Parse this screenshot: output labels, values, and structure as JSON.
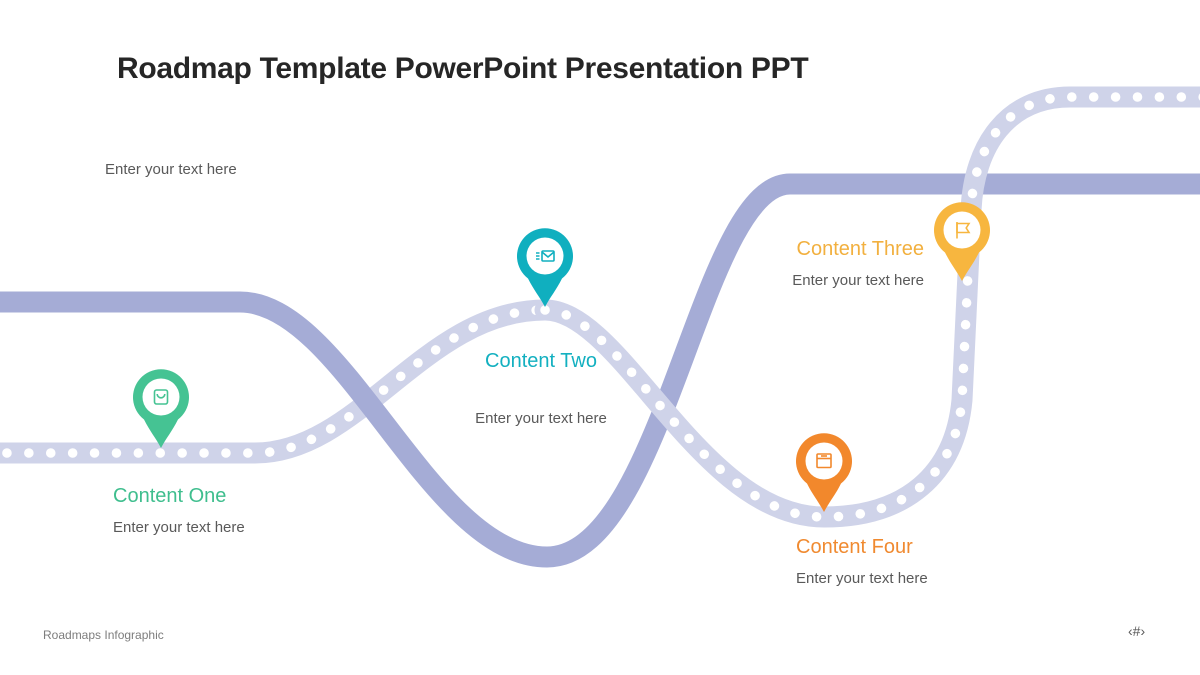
{
  "slide": {
    "title": "Roadmap Template PowerPoint Presentation PPT",
    "intro_text": "Enter your text here",
    "footer_left": "Roadmaps Infographic",
    "slide_number": "‹#›"
  },
  "colors": {
    "title_text": "#262626",
    "body_text": "#595959",
    "footer_text": "#7d7d7d",
    "road_solid": "#a5acd6",
    "road_dotted_band": "#cfd3e9",
    "road_dot": "#ffffff",
    "pin_inner": "#ffffff"
  },
  "milestones": [
    {
      "label": "Content One",
      "placeholder": "Enter your text here",
      "label_color": "#3fbe8e",
      "pin_color": "#45c393",
      "icon": "shopping-bag-icon"
    },
    {
      "label": "Content Two",
      "placeholder": "Enter your text here",
      "label_color": "#13b0c0",
      "pin_color": "#10afbf",
      "icon": "mail-send-icon"
    },
    {
      "label": "Content Three",
      "placeholder": "Enter your text here",
      "label_color": "#f2b03f",
      "pin_color": "#f7b63f",
      "icon": "flag-icon"
    },
    {
      "label": "Content Four",
      "placeholder": "Enter your text here",
      "label_color": "#f08a30",
      "pin_color": "#f2882c",
      "icon": "box-icon"
    }
  ]
}
